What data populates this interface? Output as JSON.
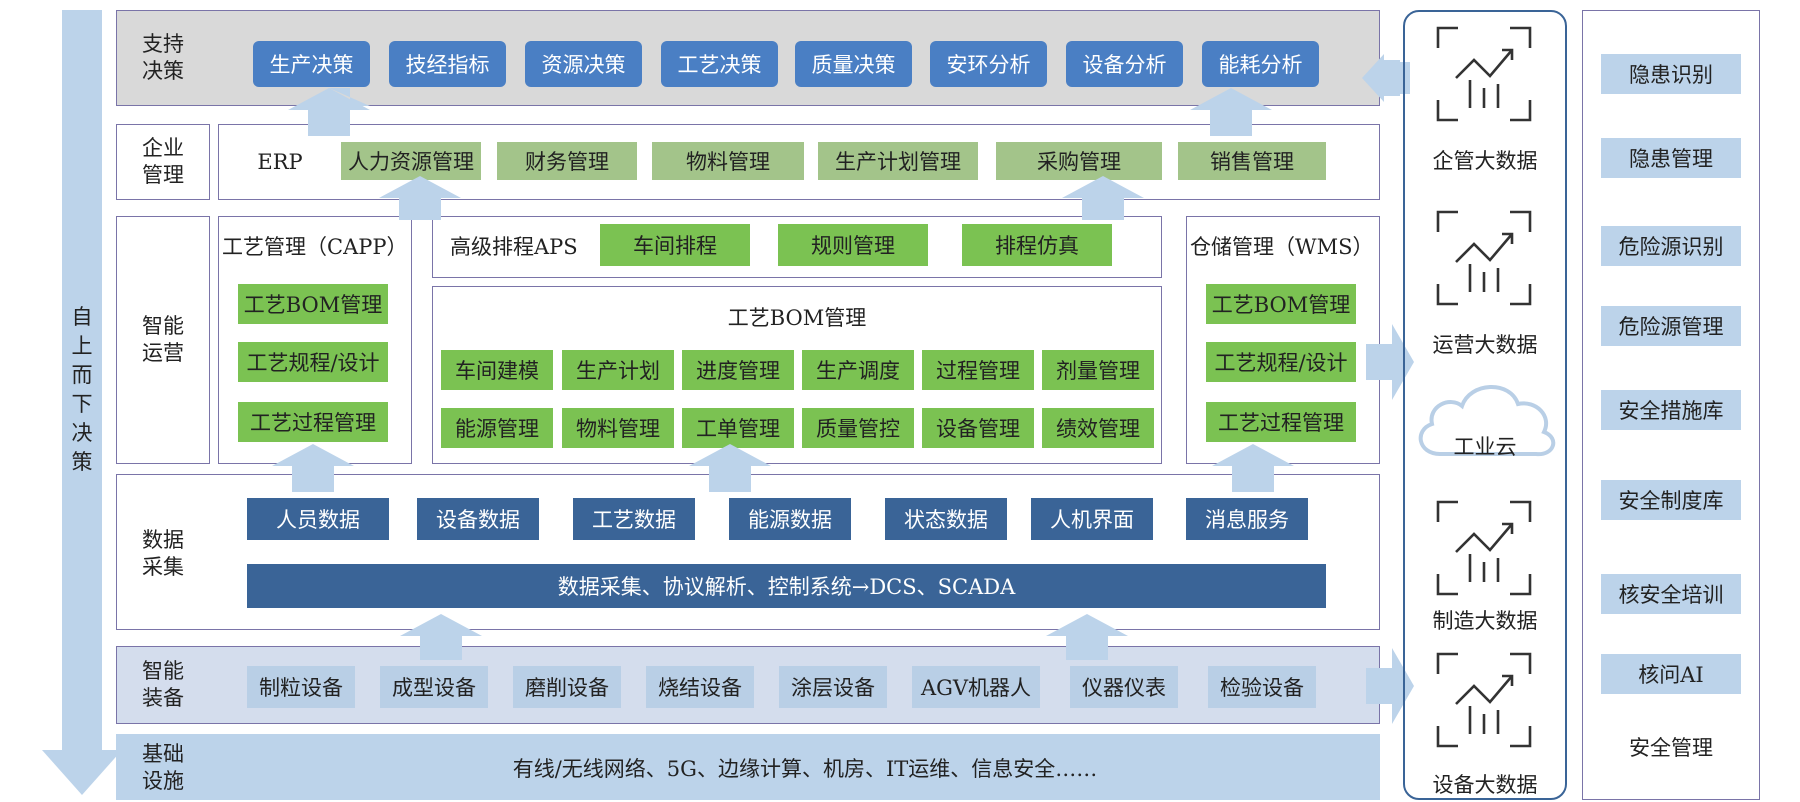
{
  "left_arrow": {
    "label": "自上而下决策",
    "chars": [
      "自",
      "上",
      "而",
      "下",
      "决",
      "策"
    ]
  },
  "decision": {
    "label": [
      "支持",
      "决策"
    ],
    "items": [
      "生产决策",
      "技经指标",
      "资源决策",
      "工艺决策",
      "质量决策",
      "安环分析",
      "设备分析",
      "能耗分析"
    ]
  },
  "enterprise": {
    "label": [
      "企业",
      "管理"
    ],
    "erp": "ERP",
    "items": [
      "人力资源管理",
      "财务管理",
      "物料管理",
      "生产计划管理",
      "采购管理",
      "销售管理"
    ]
  },
  "operations": {
    "label": [
      "智能",
      "运营"
    ],
    "capp": {
      "title": "工艺管理（CAPP）",
      "items": [
        "工艺BOM管理",
        "工艺规程/设计",
        "工艺过程管理"
      ]
    },
    "aps": {
      "title": "高级排程APS",
      "items": [
        "车间排程",
        "规则管理",
        "排程仿真"
      ]
    },
    "bom": {
      "title": "工艺BOM管理",
      "row1": [
        "车间建模",
        "生产计划",
        "进度管理",
        "生产调度",
        "过程管理",
        "剂量管理"
      ],
      "row2": [
        "能源管理",
        "物料管理",
        "工单管理",
        "质量管控",
        "设备管理",
        "绩效管理"
      ]
    },
    "wms": {
      "title": "仓储管理（WMS）",
      "items": [
        "工艺BOM管理",
        "工艺规程/设计",
        "工艺过程管理"
      ]
    }
  },
  "data_collection": {
    "label": [
      "数据",
      "采集"
    ],
    "items": [
      "人员数据",
      "设备数据",
      "工艺数据",
      "能源数据",
      "状态数据",
      "人机界面",
      "消息服务"
    ],
    "bar": "数据采集、协议解析、控制系统→DCS、SCADA"
  },
  "equipment": {
    "label": [
      "智能",
      "装备"
    ],
    "items": [
      "制粒设备",
      "成型设备",
      "磨削设备",
      "烧结设备",
      "涂层设备",
      "AGV机器人",
      "仪器仪表",
      "检验设备"
    ]
  },
  "infrastructure": {
    "label": [
      "基础",
      "设施"
    ],
    "text": "有线/无线网络、5G、边缘计算、机房、IT运维、信息安全……"
  },
  "big_data": {
    "items": [
      "企管大数据",
      "运营大数据",
      "制造大数据",
      "设备大数据"
    ],
    "cloud": "工业云"
  },
  "safety": {
    "items": [
      "隐患识别",
      "隐患管理",
      "危险源识别",
      "危险源管理",
      "安全措施库",
      "安全制度库",
      "核安全培训",
      "核问AI"
    ],
    "footer": "安全管理"
  },
  "colors": {
    "blue_button": "#4a7fc4",
    "navy": "#3a6497",
    "green": "#7bc252",
    "sage": "#a3c48a",
    "light_blue": "#bcd3ea",
    "border": "#7a74a8"
  }
}
